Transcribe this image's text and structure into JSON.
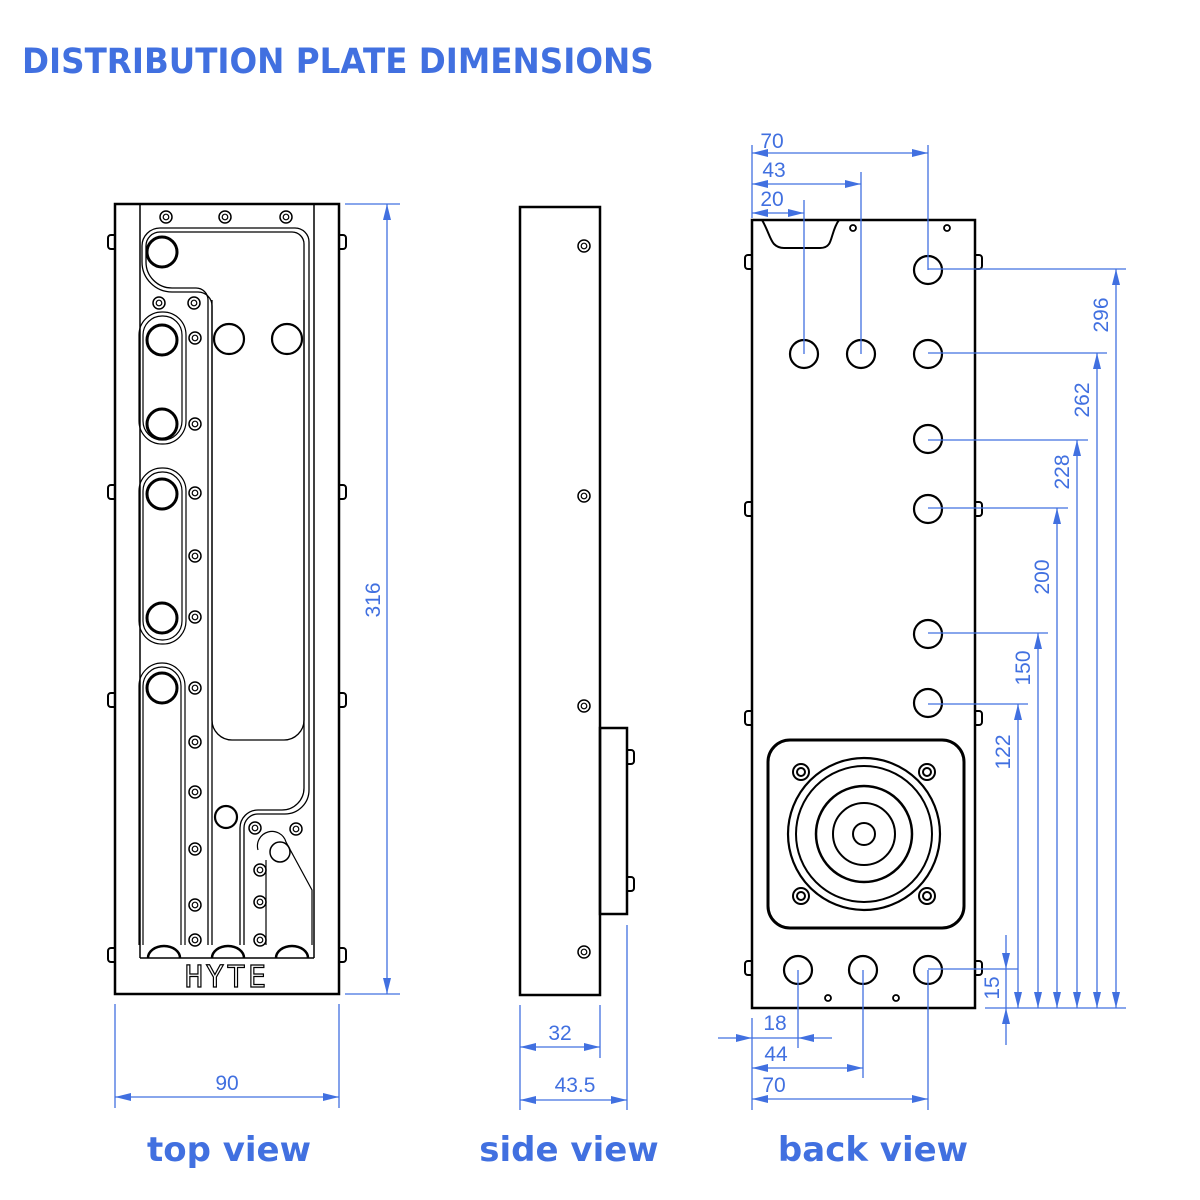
{
  "title": "DISTRIBUTION PLATE DIMENSIONS",
  "colors": {
    "accent": "#4170e0",
    "line": "#000000"
  },
  "views": {
    "top": {
      "label": "top view",
      "logo_text": "HYTE",
      "dimensions": {
        "width": "90",
        "height": "316"
      }
    },
    "side": {
      "label": "side view",
      "dimensions": {
        "body_depth": "32",
        "total_depth": "43.5"
      }
    },
    "back": {
      "label": "back view",
      "dimensions": {
        "top_offsets": [
          "70",
          "43",
          "20"
        ],
        "bottom_offsets": [
          "18",
          "44",
          "70"
        ],
        "vertical_offsets": [
          "296",
          "262",
          "228",
          "200",
          "150",
          "122",
          "15"
        ]
      }
    }
  }
}
